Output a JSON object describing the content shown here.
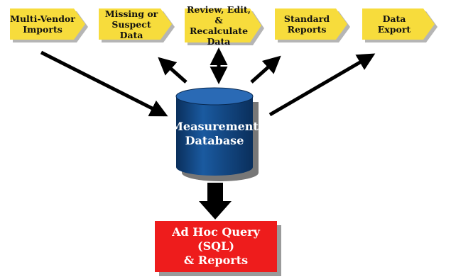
{
  "steps": [
    {
      "label": "Multi-Vendor\nImports"
    },
    {
      "label": "Missing or\nSuspect Data"
    },
    {
      "label": "Review, Edit,\n& Recalculate\nData"
    },
    {
      "label": "Standard\nReports"
    },
    {
      "label": "Data\nExport"
    }
  ],
  "database": {
    "label": "Measurement\nDatabase"
  },
  "output": {
    "label": "Ad Hoc Query\n(SQL)\n& Reports"
  },
  "colors": {
    "step_fill": "#f7dc3c",
    "database_fill": "#10447e",
    "output_fill": "#ee1c1c",
    "arrow": "#000000",
    "shadow": "#9a9a9a"
  }
}
